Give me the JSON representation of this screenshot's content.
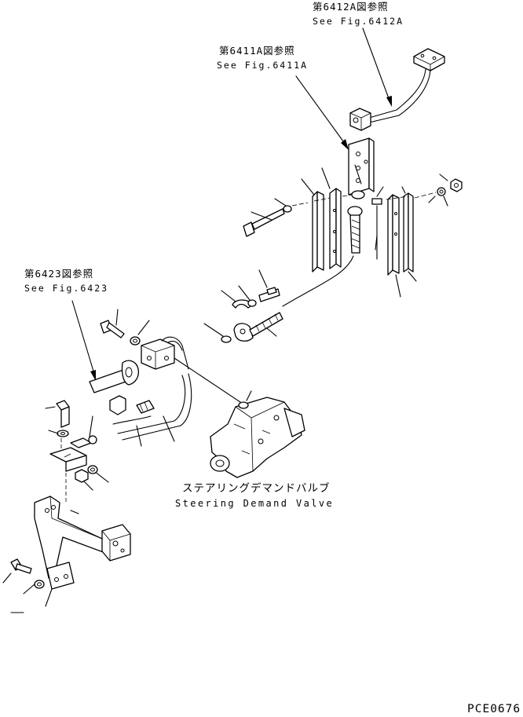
{
  "references": {
    "fig6412a": {
      "ja": "第6412A図参照",
      "en": "See Fig.6412A"
    },
    "fig6411a": {
      "ja": "第6411A図参照",
      "en": "See Fig.6411A"
    },
    "fig6423": {
      "ja": "第6423図参照",
      "en": "See Fig.6423"
    }
  },
  "component_label": {
    "ja": "ステアリングデマンドバルブ",
    "en": "Steering Demand Valve"
  },
  "drawing_code": "PCE0676"
}
